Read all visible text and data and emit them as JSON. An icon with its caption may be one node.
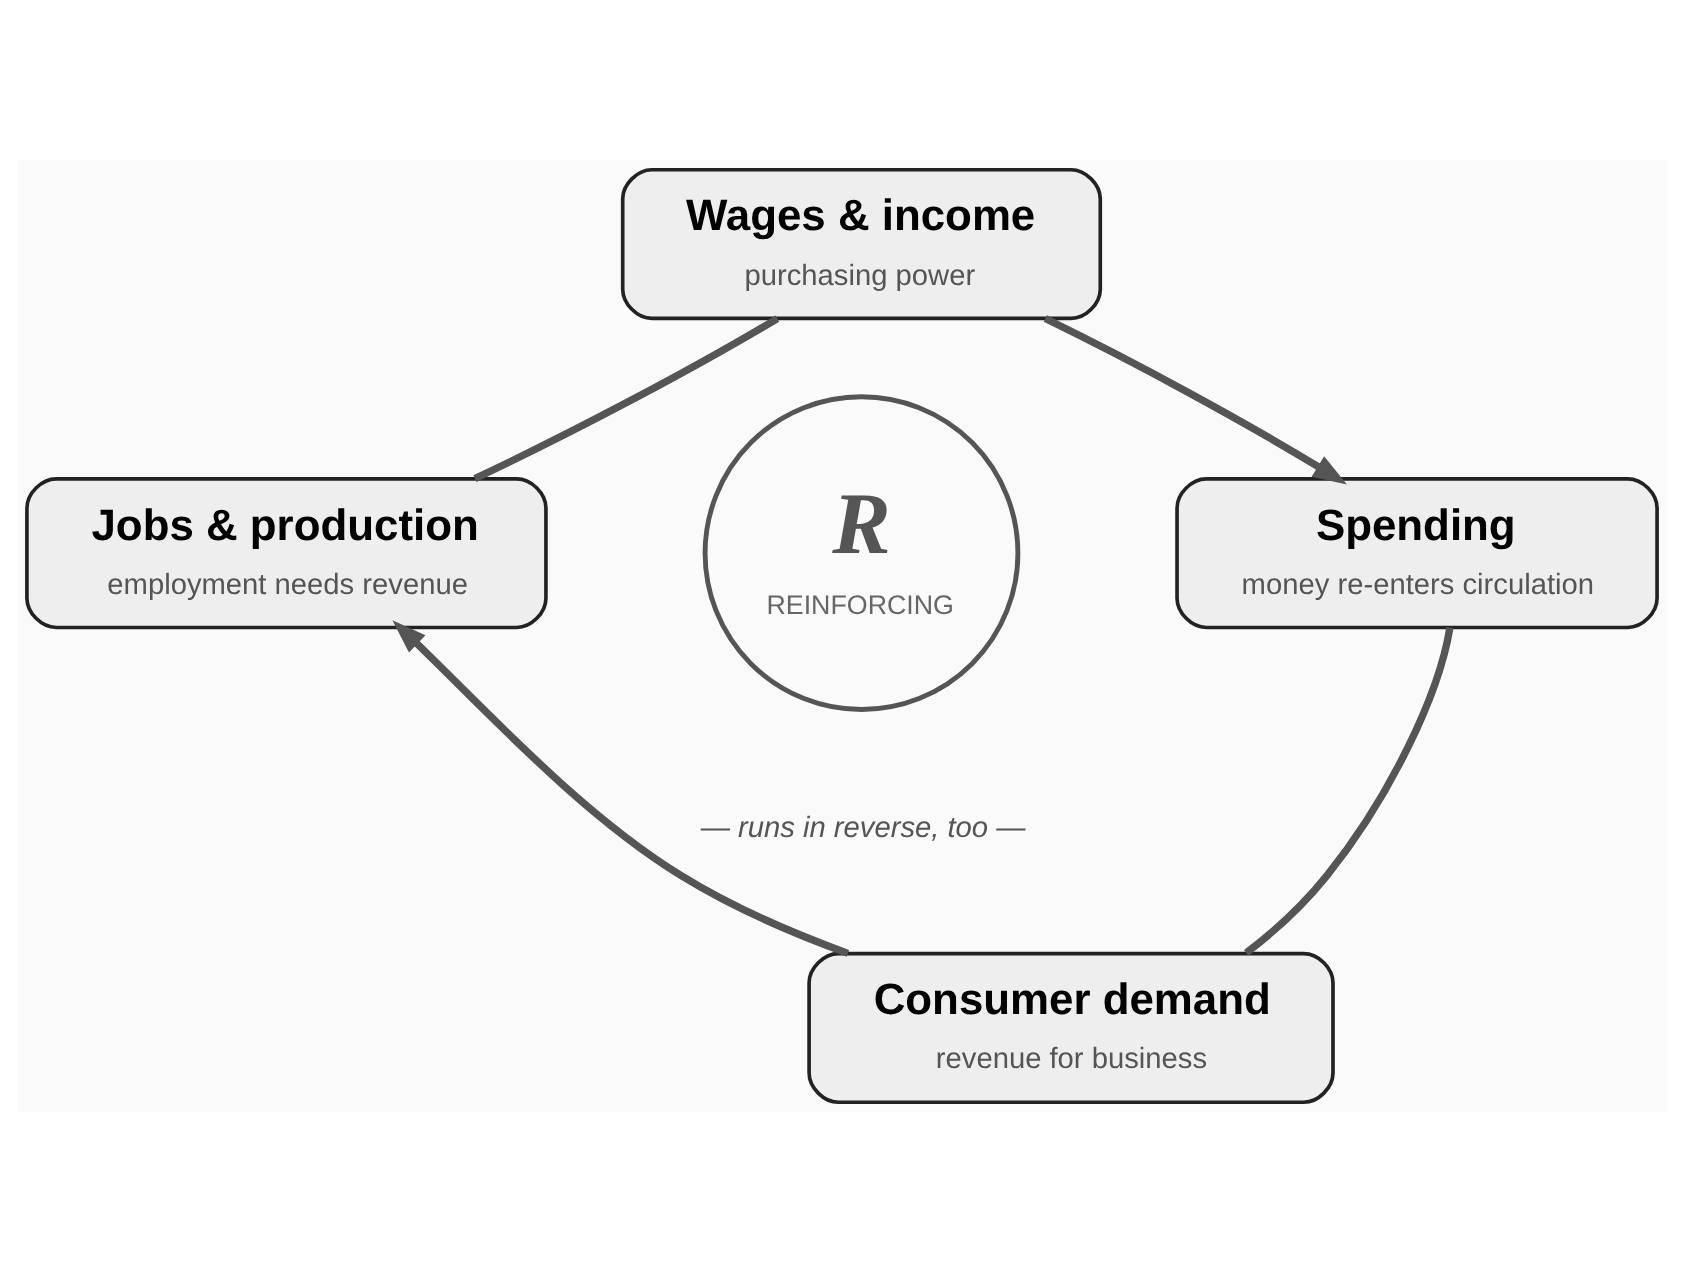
{
  "diagram": {
    "nodes": [
      {
        "text": [
          "Wages & income",
          "purchasing power"
        ]
      },
      {
        "text": [
          "Jobs & production",
          "employment needs revenue"
        ]
      },
      {
        "text": [
          "R",
          "REINFORCING"
        ],
        "beside": [
          "— runs in reverse, too —"
        ]
      },
      {
        "text": [
          "Spending",
          "money re-enters circulation"
        ]
      },
      {
        "text": [
          "Consumer demand",
          "revenue for business"
        ]
      }
    ],
    "edges": [
      {
        "from": 0,
        "to": 3,
        "arrow": "to"
      },
      {
        "from": 3,
        "to": 4,
        "arrow": "none"
      },
      {
        "from": 4,
        "to": 1,
        "arrow": "to"
      },
      {
        "from": 1,
        "to": 0,
        "arrow": "none"
      }
    ]
  }
}
